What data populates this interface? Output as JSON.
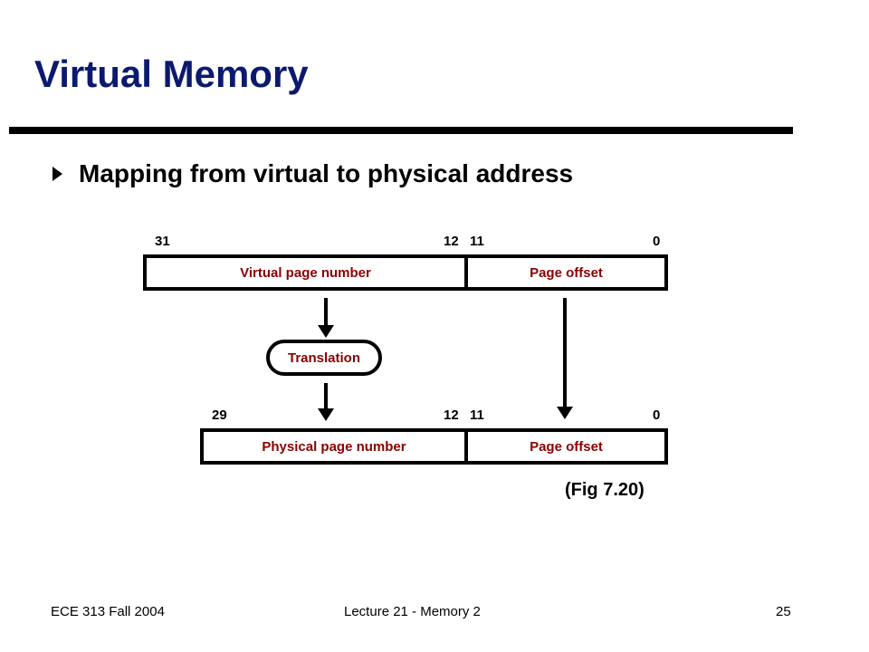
{
  "slide": {
    "title": "Virtual Memory",
    "bullet": "Mapping from virtual to physical address",
    "figure_ref": "(Fig 7.20)"
  },
  "virtual_address": {
    "bit_labels": {
      "high": "31",
      "split_high": "12",
      "split_low": "11",
      "low": "0"
    },
    "fields": {
      "page_number": "Virtual page number",
      "offset": "Page offset"
    }
  },
  "translation": {
    "label": "Translation"
  },
  "physical_address": {
    "bit_labels": {
      "high": "29",
      "split_high": "12",
      "split_low": "11",
      "low": "0"
    },
    "fields": {
      "page_number": "Physical page number",
      "offset": "Page offset"
    }
  },
  "footer": {
    "left": "ECE 313 Fall 2004",
    "center": "Lecture 21 - Memory 2",
    "right": "25"
  },
  "colors": {
    "title": "#0b1a6e",
    "field_text": "#8b0000"
  }
}
